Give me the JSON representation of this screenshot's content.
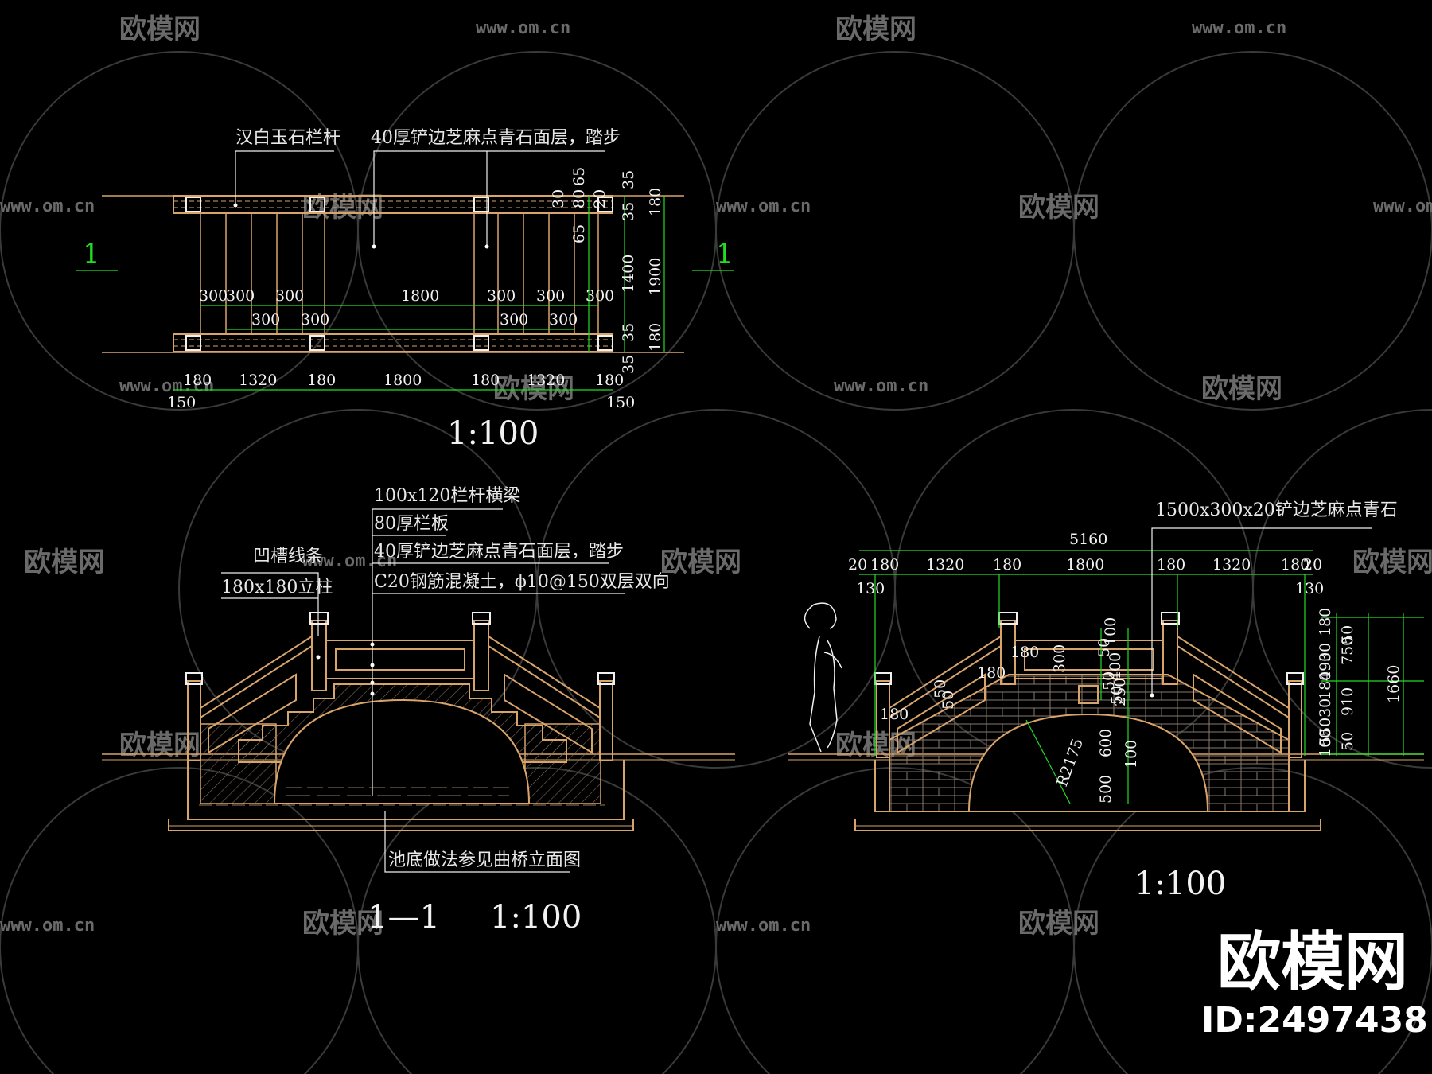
{
  "watermark": {
    "logo": "欧模网",
    "url": "www.om.cn",
    "url_short": "om.cn"
  },
  "brand": {
    "name": "欧模网",
    "id": "ID:2497438"
  },
  "plan": {
    "label_railing": "汉白玉石栏杆",
    "label_deck": "40厚铲边芝麻点青石面层，踏步",
    "section_mark": "1",
    "scale": "1:100",
    "top_spacing_row1": [
      "300",
      "300",
      "300",
      "1800",
      "300",
      "300",
      "300"
    ],
    "top_spacing_row2": [
      "300",
      "300",
      "300",
      "300"
    ],
    "bottom_dims": [
      "180",
      "1320",
      "180",
      "1800",
      "180",
      "1320",
      "180"
    ],
    "end_dims": [
      "150",
      "150"
    ],
    "side_dims_a": [
      "65",
      "30",
      "80",
      "20",
      "65"
    ],
    "side_dims_b": [
      "35",
      "35",
      "1400",
      "35",
      "35"
    ],
    "side_dims_c": [
      "180",
      "1900",
      "180"
    ]
  },
  "section": {
    "title": "1—1",
    "scale": "1:100",
    "label_groove": "凹槽线条",
    "label_post": "180x180立柱",
    "label_beam": "100x120栏杆横梁",
    "label_panel": "80厚栏板",
    "label_deck": "40厚铲边芝麻点青石面层，踏步",
    "label_concrete": "C20钢筋混凝土，ϕ10@150双层双向",
    "label_pond": "池底做法参见曲桥立面图"
  },
  "elevation": {
    "scale": "1:100",
    "label_stone": "1500x300x20铲边芝麻点青石",
    "total": "5160",
    "top_dims": [
      "20",
      "180",
      "1320",
      "180",
      "1800",
      "180",
      "1320",
      "180",
      "20"
    ],
    "sub_dims": [
      "130",
      "130"
    ],
    "inner_dims": [
      "180",
      "180",
      "180",
      "300",
      "50",
      "100",
      "400",
      "50",
      "50",
      "250",
      "50",
      "50",
      "600",
      "100",
      "500"
    ],
    "radius": "R2175",
    "right_dims_a": [
      "180",
      "30",
      "490",
      "180",
      "30",
      "550",
      "100"
    ],
    "right_dims_b": [
      "50",
      "750",
      "910",
      "50"
    ],
    "right_total": "1660"
  }
}
